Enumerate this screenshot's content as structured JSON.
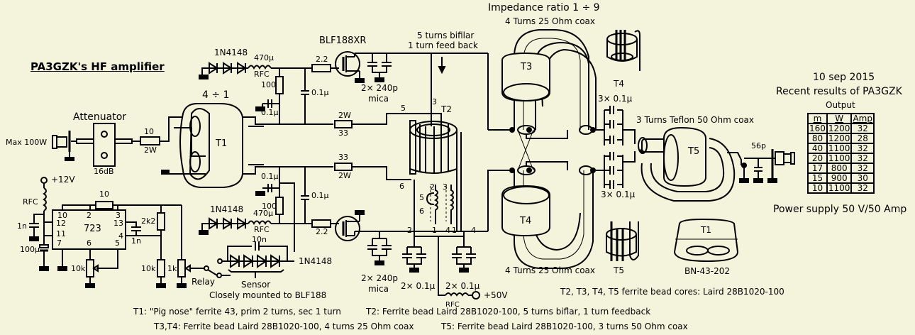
{
  "title": "PA3GZK's HF amplifier",
  "colors": {
    "background": "#f4f3dc",
    "ink": "#000000"
  },
  "input": {
    "max_power": "Max 100W",
    "attenuator_label": "Attenuator",
    "attenuator_value": "16dB",
    "series_resistor_value": "10",
    "series_resistor_power": "2W"
  },
  "t1": {
    "ratio": "4 ÷ 1",
    "name": "T1"
  },
  "bias_top": {
    "diodes": "1N4148",
    "choke": "470μ",
    "choke_type": "RFC",
    "resistor": "100",
    "cap_ground": "0.1μ",
    "cap_gate": "0.1μ",
    "gate_resistor": "2.2"
  },
  "bias_bottom": {
    "diodes": "1N4148",
    "choke": "470μ",
    "choke_type": "RFC",
    "resistor": "100",
    "cap_ground": "0.1μ",
    "cap_gate": "0.1μ",
    "gate_resistor": "2.2"
  },
  "feedback": {
    "top_resistor_power": "2W",
    "top_resistor_value": "33",
    "bottom_resistor_value": "33",
    "bottom_resistor_power": "2W"
  },
  "transistor": {
    "name": "BLF188XR",
    "drain_caps": "2× 240p",
    "drain_caps_type": "mica"
  },
  "t2": {
    "name": "T2",
    "note_line1": "5 turns bifilar",
    "note_line2": "1 turn feed back",
    "pins": [
      "5",
      "3",
      "6",
      "2",
      "1",
      "4",
      "1",
      "4"
    ],
    "winding_pins": {
      "left_top": "2",
      "right_top": "3",
      "loop_top": "5",
      "loop_bottom": "6"
    }
  },
  "supply": {
    "decoupling_left": "2× 0.1μ",
    "decoupling_right": "2× 0.1μ",
    "choke": "RFC",
    "voltage": "+50V"
  },
  "regulator": {
    "supply": "+12V",
    "choke": "RFC",
    "c1": "1n",
    "c2": "100μ",
    "ic": "723",
    "r_top": "10",
    "pins": [
      "10",
      "2",
      "3",
      "12",
      "13",
      "11",
      "4",
      "7",
      "6",
      "5"
    ],
    "r_2k2": "2k2",
    "c_1n": "1n",
    "pot1": "10k",
    "r_10k": "10k",
    "pot_1k": "1k",
    "relay": "Relay"
  },
  "sensor": {
    "cap": "10n",
    "diodes": "1N4148",
    "label_line1": "Sensor",
    "label_line2": "Closely mounted to BLF188"
  },
  "output_stage": {
    "impedance_ratio": "Impedance ratio 1 ÷ 9",
    "t3_turns": "4 Turns 25 Ohm coax",
    "t4_turns": "4 Turns 25 Ohm coax",
    "t3": "T3",
    "t4": "T4",
    "caps_top": "3× 0.1μ",
    "caps_bottom": "3× 0.1μ",
    "t5_turns": "3 Turns Teflon 50 Ohm coax",
    "t5": "T5",
    "output_cap": "56p"
  },
  "core_icons": {
    "t4": "T4",
    "t5": "T5",
    "t1": "T1",
    "t1_core": "BN-43-202"
  },
  "results": {
    "date": "10 sep 2015",
    "heading": "Recent results of PA3GZK",
    "subheading": "Output",
    "columns": [
      "m",
      "W",
      "Amp"
    ],
    "rows": [
      [
        "160",
        "1200",
        "32"
      ],
      [
        "80",
        "1200",
        "28"
      ],
      [
        "40",
        "1100",
        "32"
      ],
      [
        "20",
        "1100",
        "32"
      ],
      [
        "17",
        "800",
        "32"
      ],
      [
        "15",
        "900",
        "30"
      ],
      [
        "10",
        "1100",
        "32"
      ]
    ],
    "power_supply": "Power supply 50 V/50 Amp"
  },
  "notes": {
    "cores": "T2, T3, T4, T5 ferrite bead cores: Laird 28B1020-100",
    "t1": "T1: \"Pig nose\" ferrite 43, prim 2 turns, sec 1 turn",
    "t2": "T2: Ferrite bead Laird 28B1020-100, 5 turns biflar, 1 turn feedback",
    "t3t4": "T3,T4: Ferrite bead  Laird 28B1020-100, 4 turns 25 Ohm coax",
    "t5": "T5: Ferrite bead  Laird 28B1020-100, 3 turns 50 Ohm coax"
  }
}
